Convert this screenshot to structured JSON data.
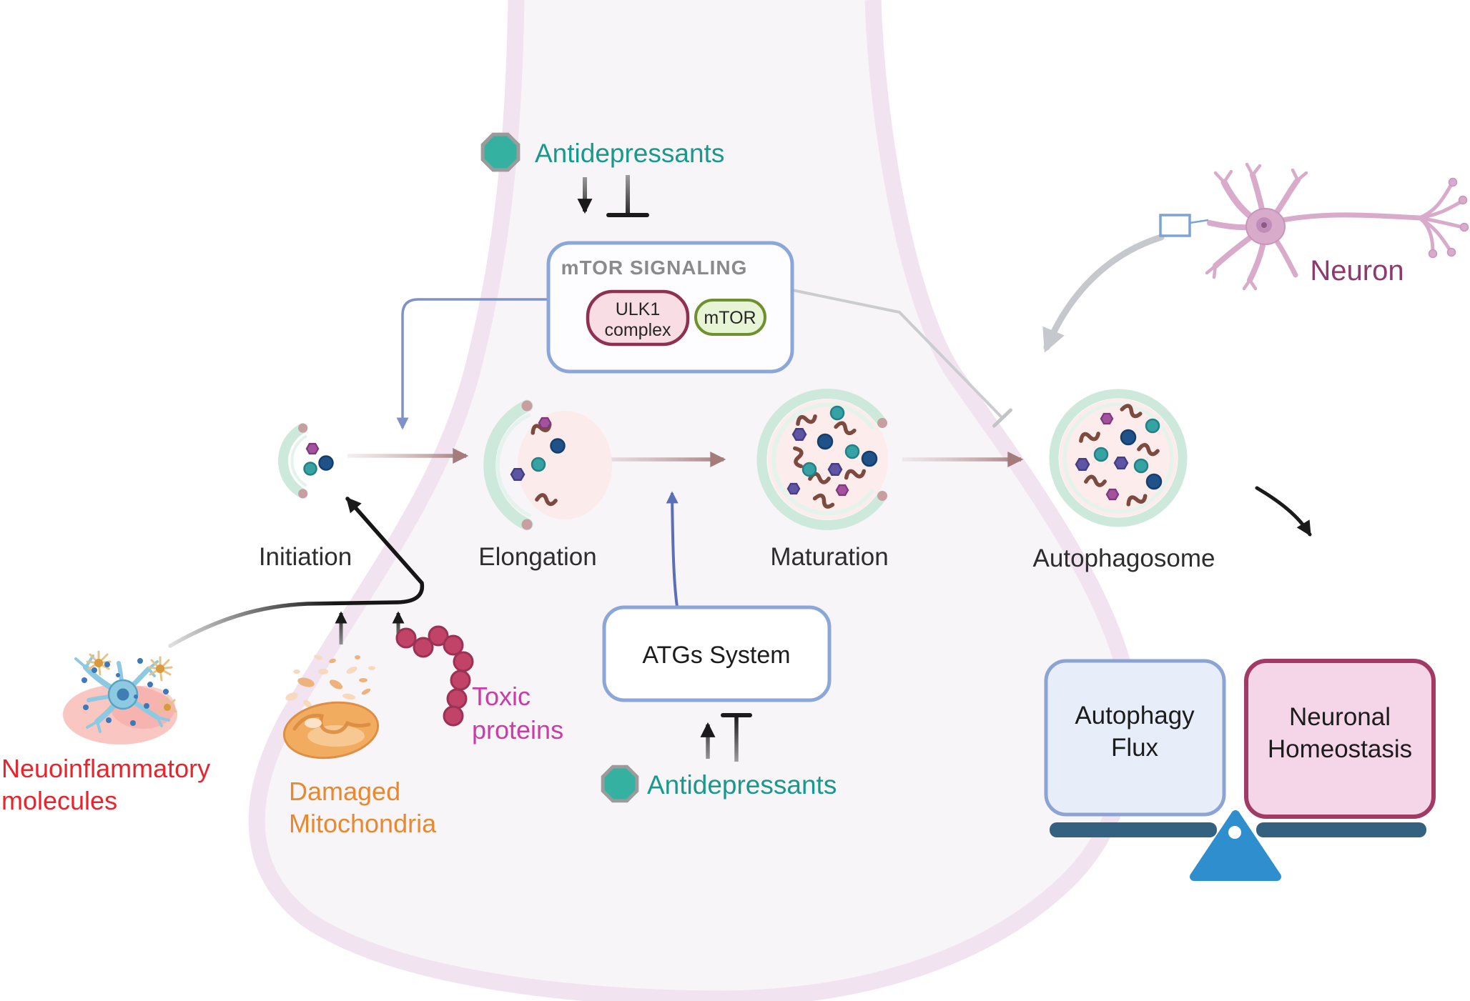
{
  "figure": {
    "antidepressants_top": {
      "label": "Antidepressants"
    },
    "antidepressants_bottom": {
      "label": "Antidepressants"
    },
    "mtor_box": {
      "title": "mTOR SIGNALING",
      "ulk1_line1": "ULK1",
      "ulk1_line2": "complex",
      "mtor_pill": "mTOR"
    },
    "atgs_box": {
      "label": "ATGs System"
    },
    "stages": {
      "initiation": "Initiation",
      "elongation": "Elongation",
      "maturation": "Maturation",
      "autophagosome": "Autophagosome"
    },
    "sources": {
      "neuroinflammatory": {
        "line1": "Neuoinflammatory",
        "line2": "molecules"
      },
      "damaged_mitochondria": {
        "line1": "Damaged",
        "line2": "Mitochondria"
      },
      "toxic_proteins": {
        "line1": "Toxic",
        "line2": "proteins"
      }
    },
    "neuron": {
      "label": "Neuron"
    },
    "balance": {
      "autophagy_flux": {
        "line1": "Autophagy",
        "line2": "Flux"
      },
      "neuronal_homeostasis": {
        "line1": "Neuronal",
        "line2": "Homeostasis"
      }
    }
  },
  "icons": {
    "drug_icon": "octagon-drug-icon",
    "activation": "arrow-activation-icon",
    "inhibition": "t-bar-inhibition-icon",
    "phagophore": "crescent-phagophore-icon",
    "autophagosome": "double-ring-vesicle-icon",
    "balance": "seesaw-balance-icon"
  },
  "colors": {
    "drug_teal": "#35b1a2",
    "drug_teal_border": "#9b9b9b",
    "teal_text": "#18998c",
    "periwinkle_border": "#8ba6d8",
    "mtor_title_gray": "#8a8a8a",
    "ulk1_border": "#8e3050",
    "ulk1_fill": "#f9dde4",
    "mtor_pill_border": "#70902f",
    "mtor_pill_fill": "#e7f4d6",
    "pathway_brown": "#a47c7c",
    "ring_mint": "#cde9dc",
    "vesicle_pink": "#fcecec",
    "red_text": "#e8242d",
    "orange_text": "#e8892f",
    "magenta_text": "#ca3da6",
    "bead_crimson": "#c14468",
    "neuron_pink": "#d9abcb",
    "neuron_text": "#8e3a6e",
    "flux_fill": "#e8eef9",
    "flux_border": "#8ca4d3",
    "homeo_fill": "#f5d6e9",
    "homeo_border": "#a23a66",
    "beam_slate": "#34617f",
    "fulcrum_blue": "#2f8ecd",
    "bouton_band": "#f1e3ef",
    "bouton_fill": "#f8f5f9"
  }
}
